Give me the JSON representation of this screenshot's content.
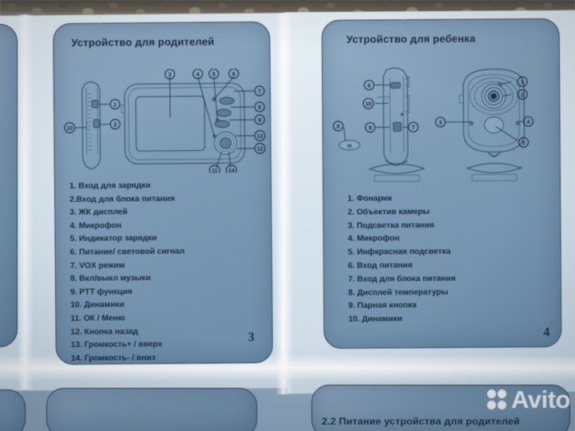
{
  "photo": {
    "subject": "printed baby-monitor instruction manual, two open pages photographed on a carpet",
    "background": "carpet-texture-strip"
  },
  "left_page": {
    "title": "Устройство для родителей",
    "page_number": "3",
    "callouts": [
      "1",
      "2",
      "3",
      "4",
      "5",
      "6",
      "7",
      "8",
      "9",
      "10",
      "11",
      "12",
      "13",
      "14"
    ],
    "items": [
      "1. Вход для зарядки",
      "2.Вход для блока питания",
      "3. ЖК дисплей",
      "4. Микрофон",
      "5. Индикатор зарядки",
      "6. Питание/ световой сигнал",
      "7. VOX режим",
      "8. Вкл/выкл музыки",
      "9. PTT функция",
      "10. Динамики",
      "11. ОК / Меню",
      "12. Кнопка назад",
      "13. Громкость+ / вверх",
      "14. Громкость- / вниз"
    ]
  },
  "right_page": {
    "title": "Устройство для ребенка",
    "page_number": "4",
    "callouts": [
      "1",
      "2",
      "3",
      "4",
      "5",
      "6",
      "7",
      "8",
      "9",
      "10"
    ],
    "items": [
      "1. Фонарик",
      "2. Объектив камеры",
      "3. Подсветка питания",
      "4. Микрофон",
      "5. Инфкрасная подсветка",
      "6. Вход питания",
      "7. Вход для блока питания",
      "8. Дисплей температуры",
      "9. Парная кнопка",
      "10. Динамики"
    ]
  },
  "bottom_page": {
    "heading": "2.2 Питание устройства для родителей"
  },
  "watermark": {
    "text": "Avito",
    "color": "#ffffff"
  },
  "colors": {
    "panel_blue": "#7e9cb6",
    "ink": "#11263c",
    "paper": "#e9f1f6"
  }
}
